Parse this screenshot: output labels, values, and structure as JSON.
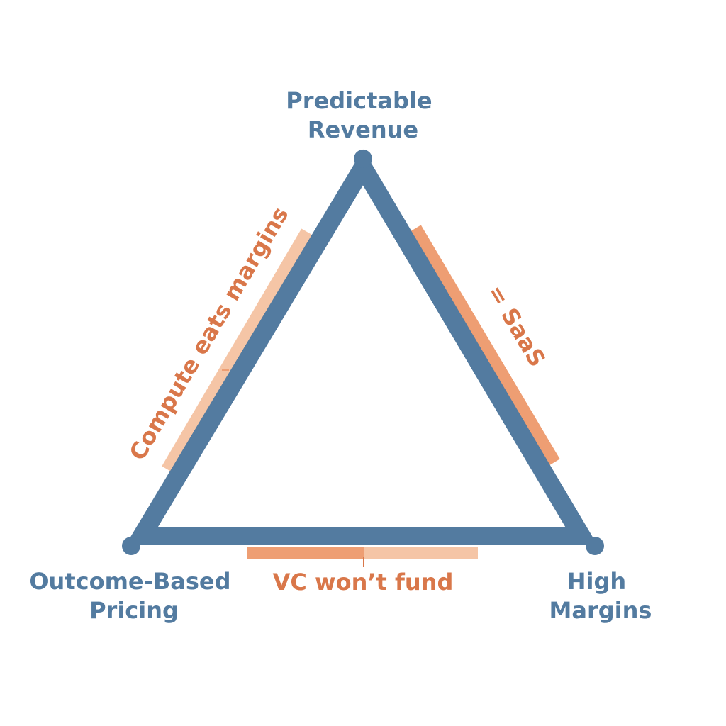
{
  "colors": {
    "triangle": "#537BA0",
    "vertex_text": "#537BA0",
    "edge_text": "#D9774A",
    "accent_strong": "#EE9E73",
    "accent_light": "#F5C5A6"
  },
  "vertices": {
    "top": {
      "line1": "Predictable",
      "line2": "Revenue"
    },
    "bottom_left": {
      "line1": "Outcome-Based",
      "line2": "Pricing"
    },
    "bottom_right": {
      "line1": "High",
      "line2": "Margins"
    }
  },
  "edges": {
    "left": {
      "label": "Compute eats margins"
    },
    "right": {
      "label": "= SaaS"
    },
    "bottom": {
      "label": "VC won’t fund"
    }
  }
}
